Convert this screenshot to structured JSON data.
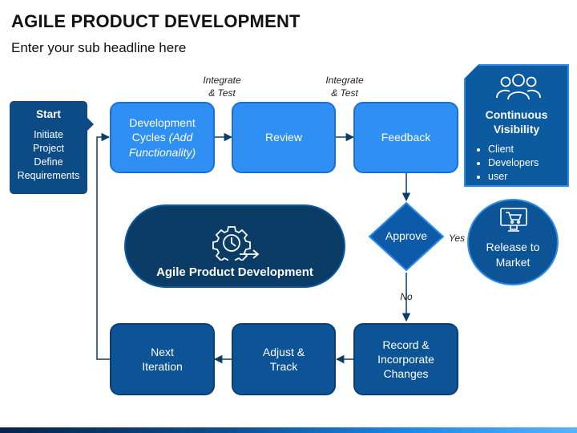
{
  "title": "AGILE PRODUCT DEVELOPMENT",
  "subtitle": "Enter your sub headline here",
  "start": {
    "heading": "Start",
    "lines": [
      "Initiate",
      "Project",
      "Define",
      "Requirements"
    ]
  },
  "steps": {
    "development": [
      "Development",
      "Cycles ",
      "(Add",
      "Functionality)"
    ],
    "review": "Review",
    "feedback": "Feedback",
    "approve": "Approve",
    "record": [
      "Record &",
      "Incorporate",
      "Changes"
    ],
    "adjust": [
      "Adjust &",
      "Track"
    ],
    "next": [
      "Next",
      "Iteration"
    ]
  },
  "labels": {
    "integrate1": [
      "Integrate",
      "& Test"
    ],
    "integrate2": [
      "Integrate",
      "& Test"
    ],
    "yes": "Yes",
    "no": "No"
  },
  "visibility": {
    "heading": [
      "Continuous",
      "Visibility"
    ],
    "items": [
      "Client",
      "Developers",
      "user"
    ]
  },
  "release": [
    "Release to",
    "Market"
  ],
  "center": {
    "label": "Agile Product Development"
  },
  "icons": [
    "users-icon",
    "gear-clock-icon",
    "monitor-cart-icon"
  ],
  "colors": {
    "light_blue": "#2f8ff2",
    "dark_blue": "#0c5496",
    "navy": "#0b3c66"
  }
}
